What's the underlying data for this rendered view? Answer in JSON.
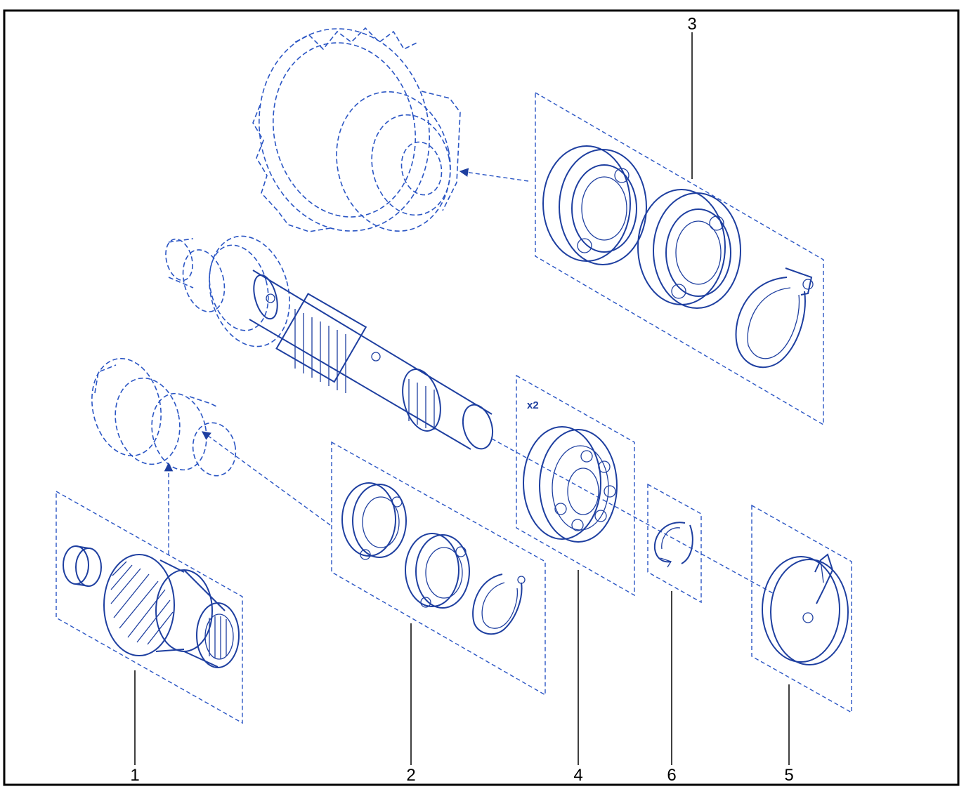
{
  "callouts": {
    "c1": "1",
    "c2": "2",
    "c3": "3",
    "c4": "4",
    "c5": "5",
    "c6": "6"
  },
  "quantity_note": "x2",
  "colors": {
    "line": "#1e3fa0",
    "dashed": "#2a55c4",
    "frame": "#000000",
    "background": "#ffffff"
  }
}
